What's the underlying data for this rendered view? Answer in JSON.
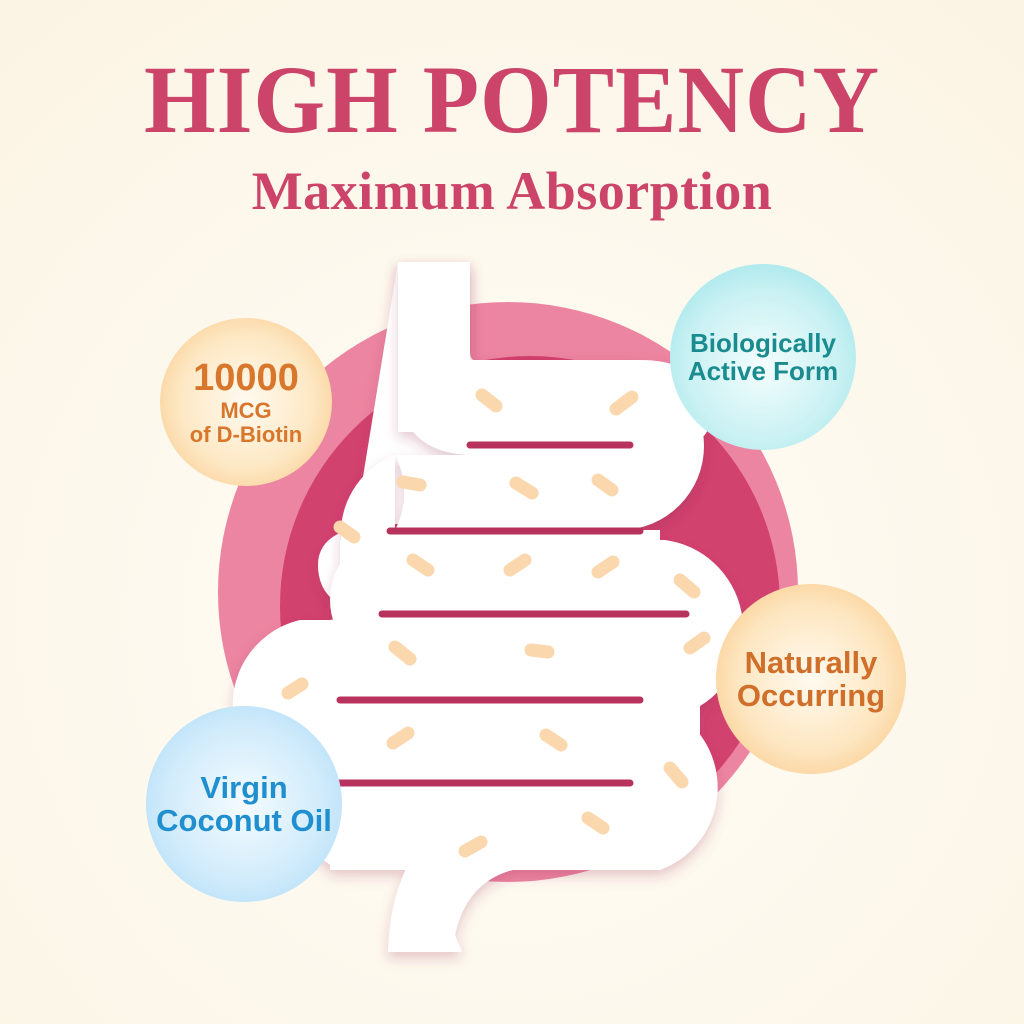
{
  "header": {
    "title": "HIGH POTENCY",
    "subtitle": "Maximum Absorption"
  },
  "illustration": {
    "subject": "intestine-icon",
    "colors": {
      "background": "#fdf8ec",
      "title": "#cc446a",
      "outer_ring": "#ec85a1",
      "inner_circle": "#d2426e",
      "intestine": "#ffffff",
      "divider_lines": "#b8325e",
      "particles": "#fbd7ae"
    }
  },
  "badges": [
    {
      "id": "biotin",
      "line1": "10000",
      "line2": "MCG",
      "line3": "of D-Biotin",
      "color": "#d8762c"
    },
    {
      "id": "biological",
      "line1": "Biologically",
      "line2": "Active Form",
      "color": "#1a8b8f"
    },
    {
      "id": "natural",
      "line1": "Naturally",
      "line2": "Occurring",
      "color": "#cf6f2a"
    },
    {
      "id": "coconut",
      "line1": "Virgin",
      "line2": "Coconut Oil",
      "color": "#1f8fd0"
    }
  ]
}
